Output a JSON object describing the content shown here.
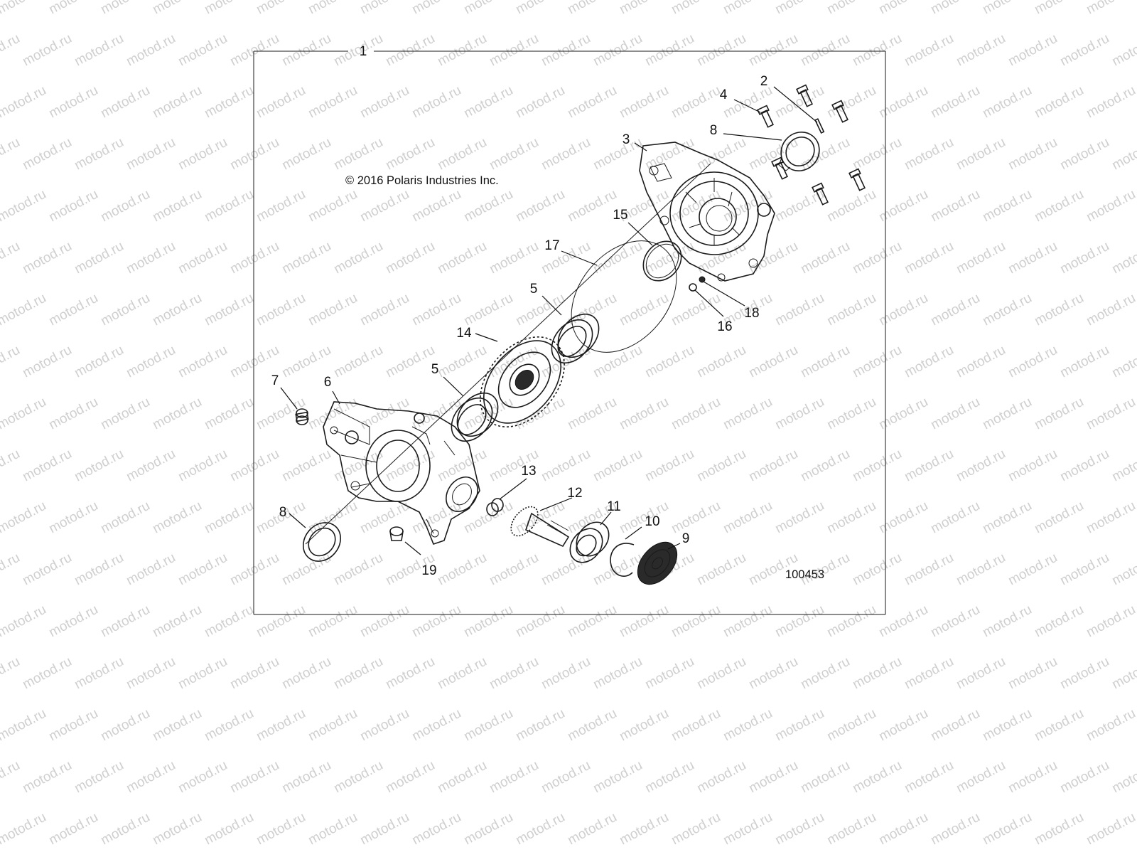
{
  "watermark": "motod.ru",
  "assembly_number": "1",
  "copyright": "© 2016 Polaris Industries Inc.",
  "drawing_id": "100453",
  "callouts": {
    "c1": "2",
    "c2": "4",
    "c3": "8",
    "c4": "3",
    "c5": "15",
    "c6": "17",
    "c7": "5",
    "c8": "18",
    "c9": "16",
    "c10": "14",
    "c11": "5",
    "c12": "7",
    "c13": "6",
    "c14": "13",
    "c15": "12",
    "c16": "11",
    "c17": "10",
    "c18": "9",
    "c19": "8",
    "c20": "19"
  }
}
